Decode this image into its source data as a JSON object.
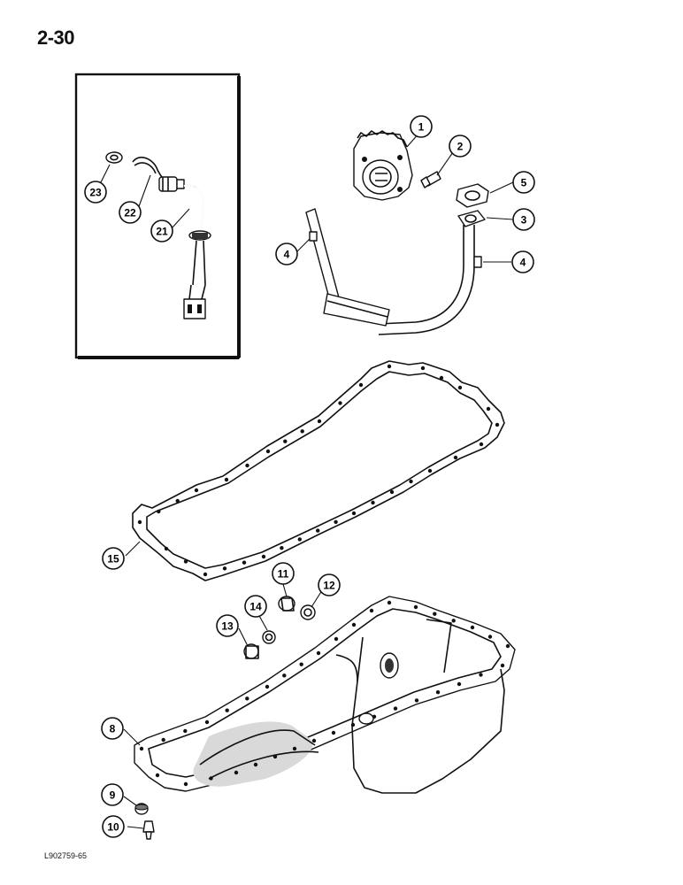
{
  "page": {
    "number": "2-30",
    "figure_code": "L902759-65"
  },
  "callouts": [
    {
      "id": "1",
      "label": "1"
    },
    {
      "id": "2",
      "label": "2"
    },
    {
      "id": "3",
      "label": "3"
    },
    {
      "id": "4a",
      "label": "4"
    },
    {
      "id": "4b",
      "label": "4"
    },
    {
      "id": "5",
      "label": "5"
    },
    {
      "id": "8",
      "label": "8"
    },
    {
      "id": "9",
      "label": "9"
    },
    {
      "id": "10",
      "label": "10"
    },
    {
      "id": "11",
      "label": "11"
    },
    {
      "id": "12",
      "label": "12"
    },
    {
      "id": "13",
      "label": "13"
    },
    {
      "id": "14",
      "label": "14"
    },
    {
      "id": "15",
      "label": "15"
    },
    {
      "id": "21",
      "label": "21"
    },
    {
      "id": "22",
      "label": "22"
    },
    {
      "id": "23",
      "label": "23"
    }
  ],
  "parts": {
    "oil_pump": "oil-pump",
    "bolt": "pump-bolt",
    "pickup_tube": "oil-pickup-tube",
    "gasket_small": "pickup-gasket",
    "bolts_tube": "tube-bolts",
    "oil_pan": "oil-pan",
    "pan_gasket": "oil-pan-gasket",
    "drain_plug": "drain-plug",
    "plug": "pan-plug",
    "heater": "oil-heater-assembly"
  }
}
